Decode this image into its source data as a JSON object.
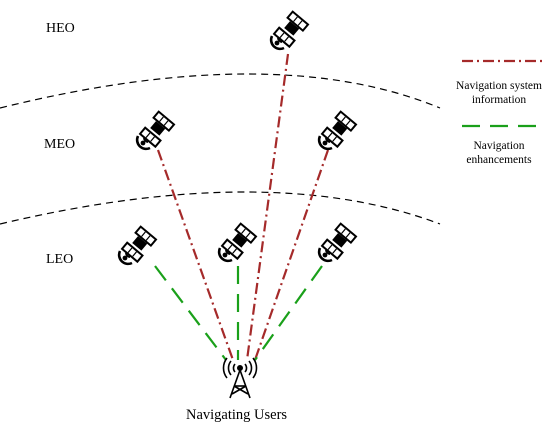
{
  "orbits": {
    "heo": "HEO",
    "meo": "MEO",
    "leo": "LEO"
  },
  "legend": {
    "info_line1": "Navigation system",
    "info_line2": "information",
    "enh_line1": "Navigation",
    "enh_line2": "enhancements"
  },
  "ground": {
    "label": "Navigating Users"
  },
  "colors": {
    "info_link": "#a52a2a",
    "enhancement_link": "#1aa01a",
    "orbit_boundary": "#000000",
    "satellite": "#000000"
  },
  "icons": {
    "satellite": "satellite-icon",
    "tower": "antenna-tower-icon"
  }
}
